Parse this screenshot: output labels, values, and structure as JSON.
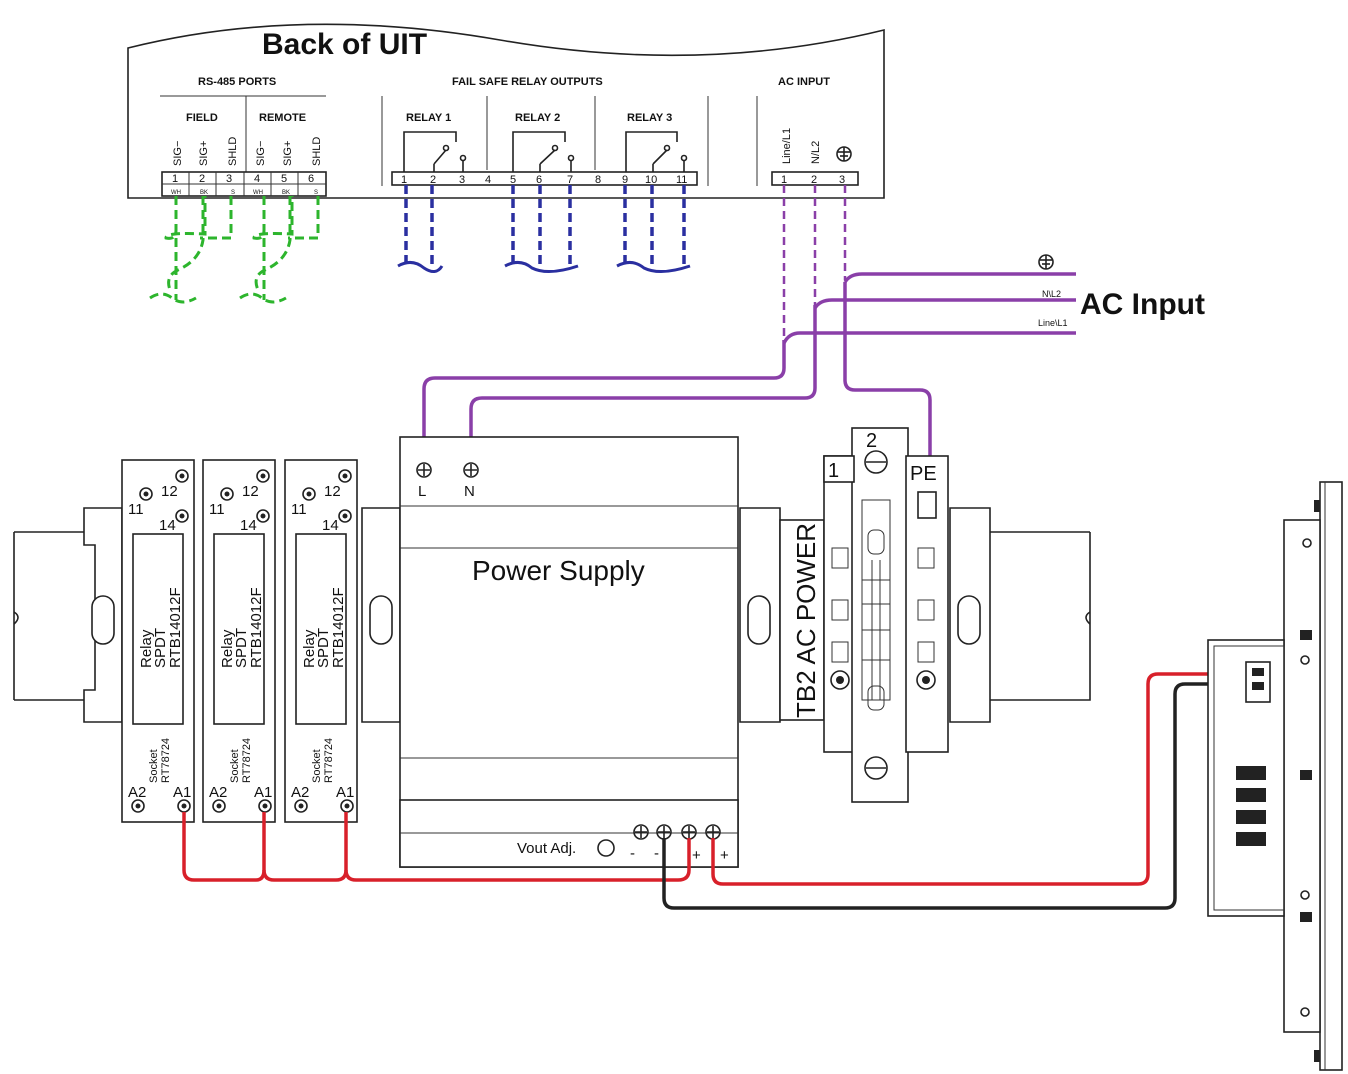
{
  "uit": {
    "title": "Back of UIT",
    "rs485": {
      "header": "RS-485 PORTS",
      "field_label": "FIELD",
      "remote_label": "REMOTE",
      "signals": [
        "SIG−",
        "SIG+",
        "SHLD",
        "SIG−",
        "SIG+",
        "SHLD"
      ],
      "pins": [
        "1",
        "2",
        "3",
        "4",
        "5",
        "6"
      ],
      "colors": [
        "WH",
        "BK",
        "S",
        "WH",
        "BK",
        "S"
      ]
    },
    "relays": {
      "header": "FAIL SAFE RELAY OUTPUTS",
      "labels": [
        "RELAY 1",
        "RELAY 2",
        "RELAY 3"
      ],
      "pins": [
        "1",
        "2",
        "3",
        "4",
        "5",
        "6",
        "7",
        "8",
        "9",
        "10",
        "11"
      ]
    },
    "ac": {
      "header": "AC INPUT",
      "signals": [
        "Line/L1",
        "N/L2"
      ],
      "pins": [
        "1",
        "2",
        "3"
      ]
    }
  },
  "ac_input": {
    "title": "AC Input",
    "ground_symbol": "⊕",
    "n_label": "N\\L2",
    "line_label": "Line\\L1"
  },
  "relay_modules": [
    {
      "t11": "11",
      "t12": "12",
      "t14": "14",
      "l1": "Relay",
      "l2": "SPDT",
      "l3": "RTB14012F",
      "s1": "Socket",
      "s2": "RT78724",
      "a2": "A2",
      "a1": "A1"
    },
    {
      "t11": "11",
      "t12": "12",
      "t14": "14",
      "l1": "Relay",
      "l2": "SPDT",
      "l3": "RTB14012F",
      "s1": "Socket",
      "s2": "RT78724",
      "a2": "A2",
      "a1": "A1"
    },
    {
      "t11": "11",
      "t12": "12",
      "t14": "14",
      "l1": "Relay",
      "l2": "SPDT",
      "l3": "RTB14012F",
      "s1": "Socket",
      "s2": "RT78724",
      "a2": "A2",
      "a1": "A1"
    }
  ],
  "power_supply": {
    "title": "Power Supply",
    "l_label": "L",
    "n_label": "N",
    "vout_label": "Vout Adj.",
    "out_labels": [
      "-",
      "-",
      "+",
      "+"
    ]
  },
  "terminal_block": {
    "title": "TB2 AC POWER",
    "n1": "1",
    "n2": "2",
    "pe": "PE"
  },
  "colors": {
    "rs485_wire": "#2db52d",
    "relay_wire": "#2a2fa0",
    "ac_wire": "#8a3fa8",
    "dc_positive": "#d8202a",
    "dc_negative": "#222222"
  }
}
